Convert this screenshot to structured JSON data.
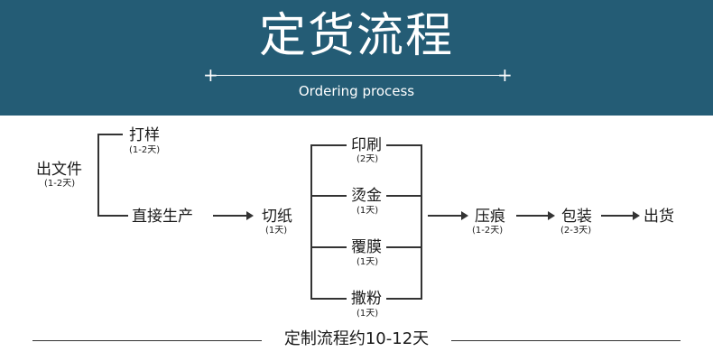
{
  "banner": {
    "title": "定货流程",
    "subtitle": "Ordering process",
    "plus": "+",
    "color": "#245c75"
  },
  "flow": {
    "start": {
      "label": "出文件",
      "duration": "(1-2天)"
    },
    "sample": {
      "label": "打样",
      "duration": "(1-2天)"
    },
    "direct": {
      "label": "直接生产"
    },
    "cut": {
      "label": "切纸",
      "duration": "(1天)"
    },
    "processes": [
      {
        "label": "印刷",
        "duration": "(2天)"
      },
      {
        "label": "烫金",
        "duration": "(1天)"
      },
      {
        "label": "覆膜",
        "duration": "(1天)"
      },
      {
        "label": "撒粉",
        "duration": "(1天)"
      }
    ],
    "crease": {
      "label": "压痕",
      "duration": "(1-2天)"
    },
    "pack": {
      "label": "包装",
      "duration": "(2-3天)"
    },
    "ship": {
      "label": "出货"
    }
  },
  "footer": {
    "text": "定制流程约10-12天"
  }
}
